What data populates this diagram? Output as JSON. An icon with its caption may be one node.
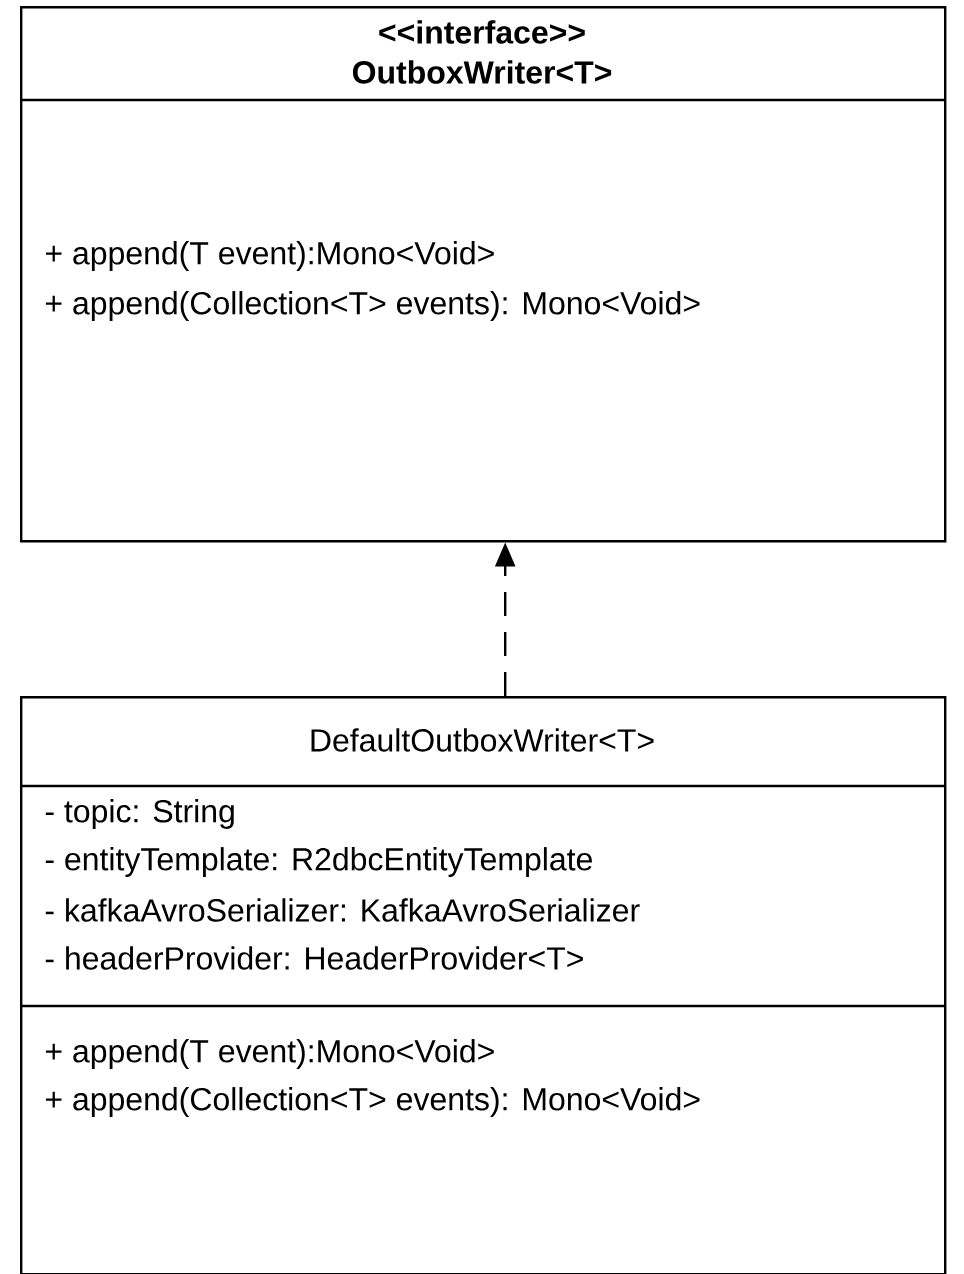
{
  "diagram": {
    "nodes": [
      {
        "text": [
          "<<interface>> OutboxWriter<T>",
          "+ append(T event):Mono<Void>",
          "+ append(Collection<T> events): Mono<Void>"
        ]
      },
      {
        "text": [
          "DefaultOutboxWriter<T>",
          "- topic: String",
          "- entityTemplate: R2dbcEntityTemplate",
          "- kafkaAvroSerializer: KafkaAvroSerializer",
          "- headerProvider: HeaderProvider<T>",
          "+ append(T event):Mono<Void>",
          "+ append(Collection<T> events): Mono<Void>"
        ]
      }
    ],
    "edges": [
      {
        "from": 1,
        "to": 0,
        "arrow": "to",
        "style": "dashed"
      }
    ]
  }
}
